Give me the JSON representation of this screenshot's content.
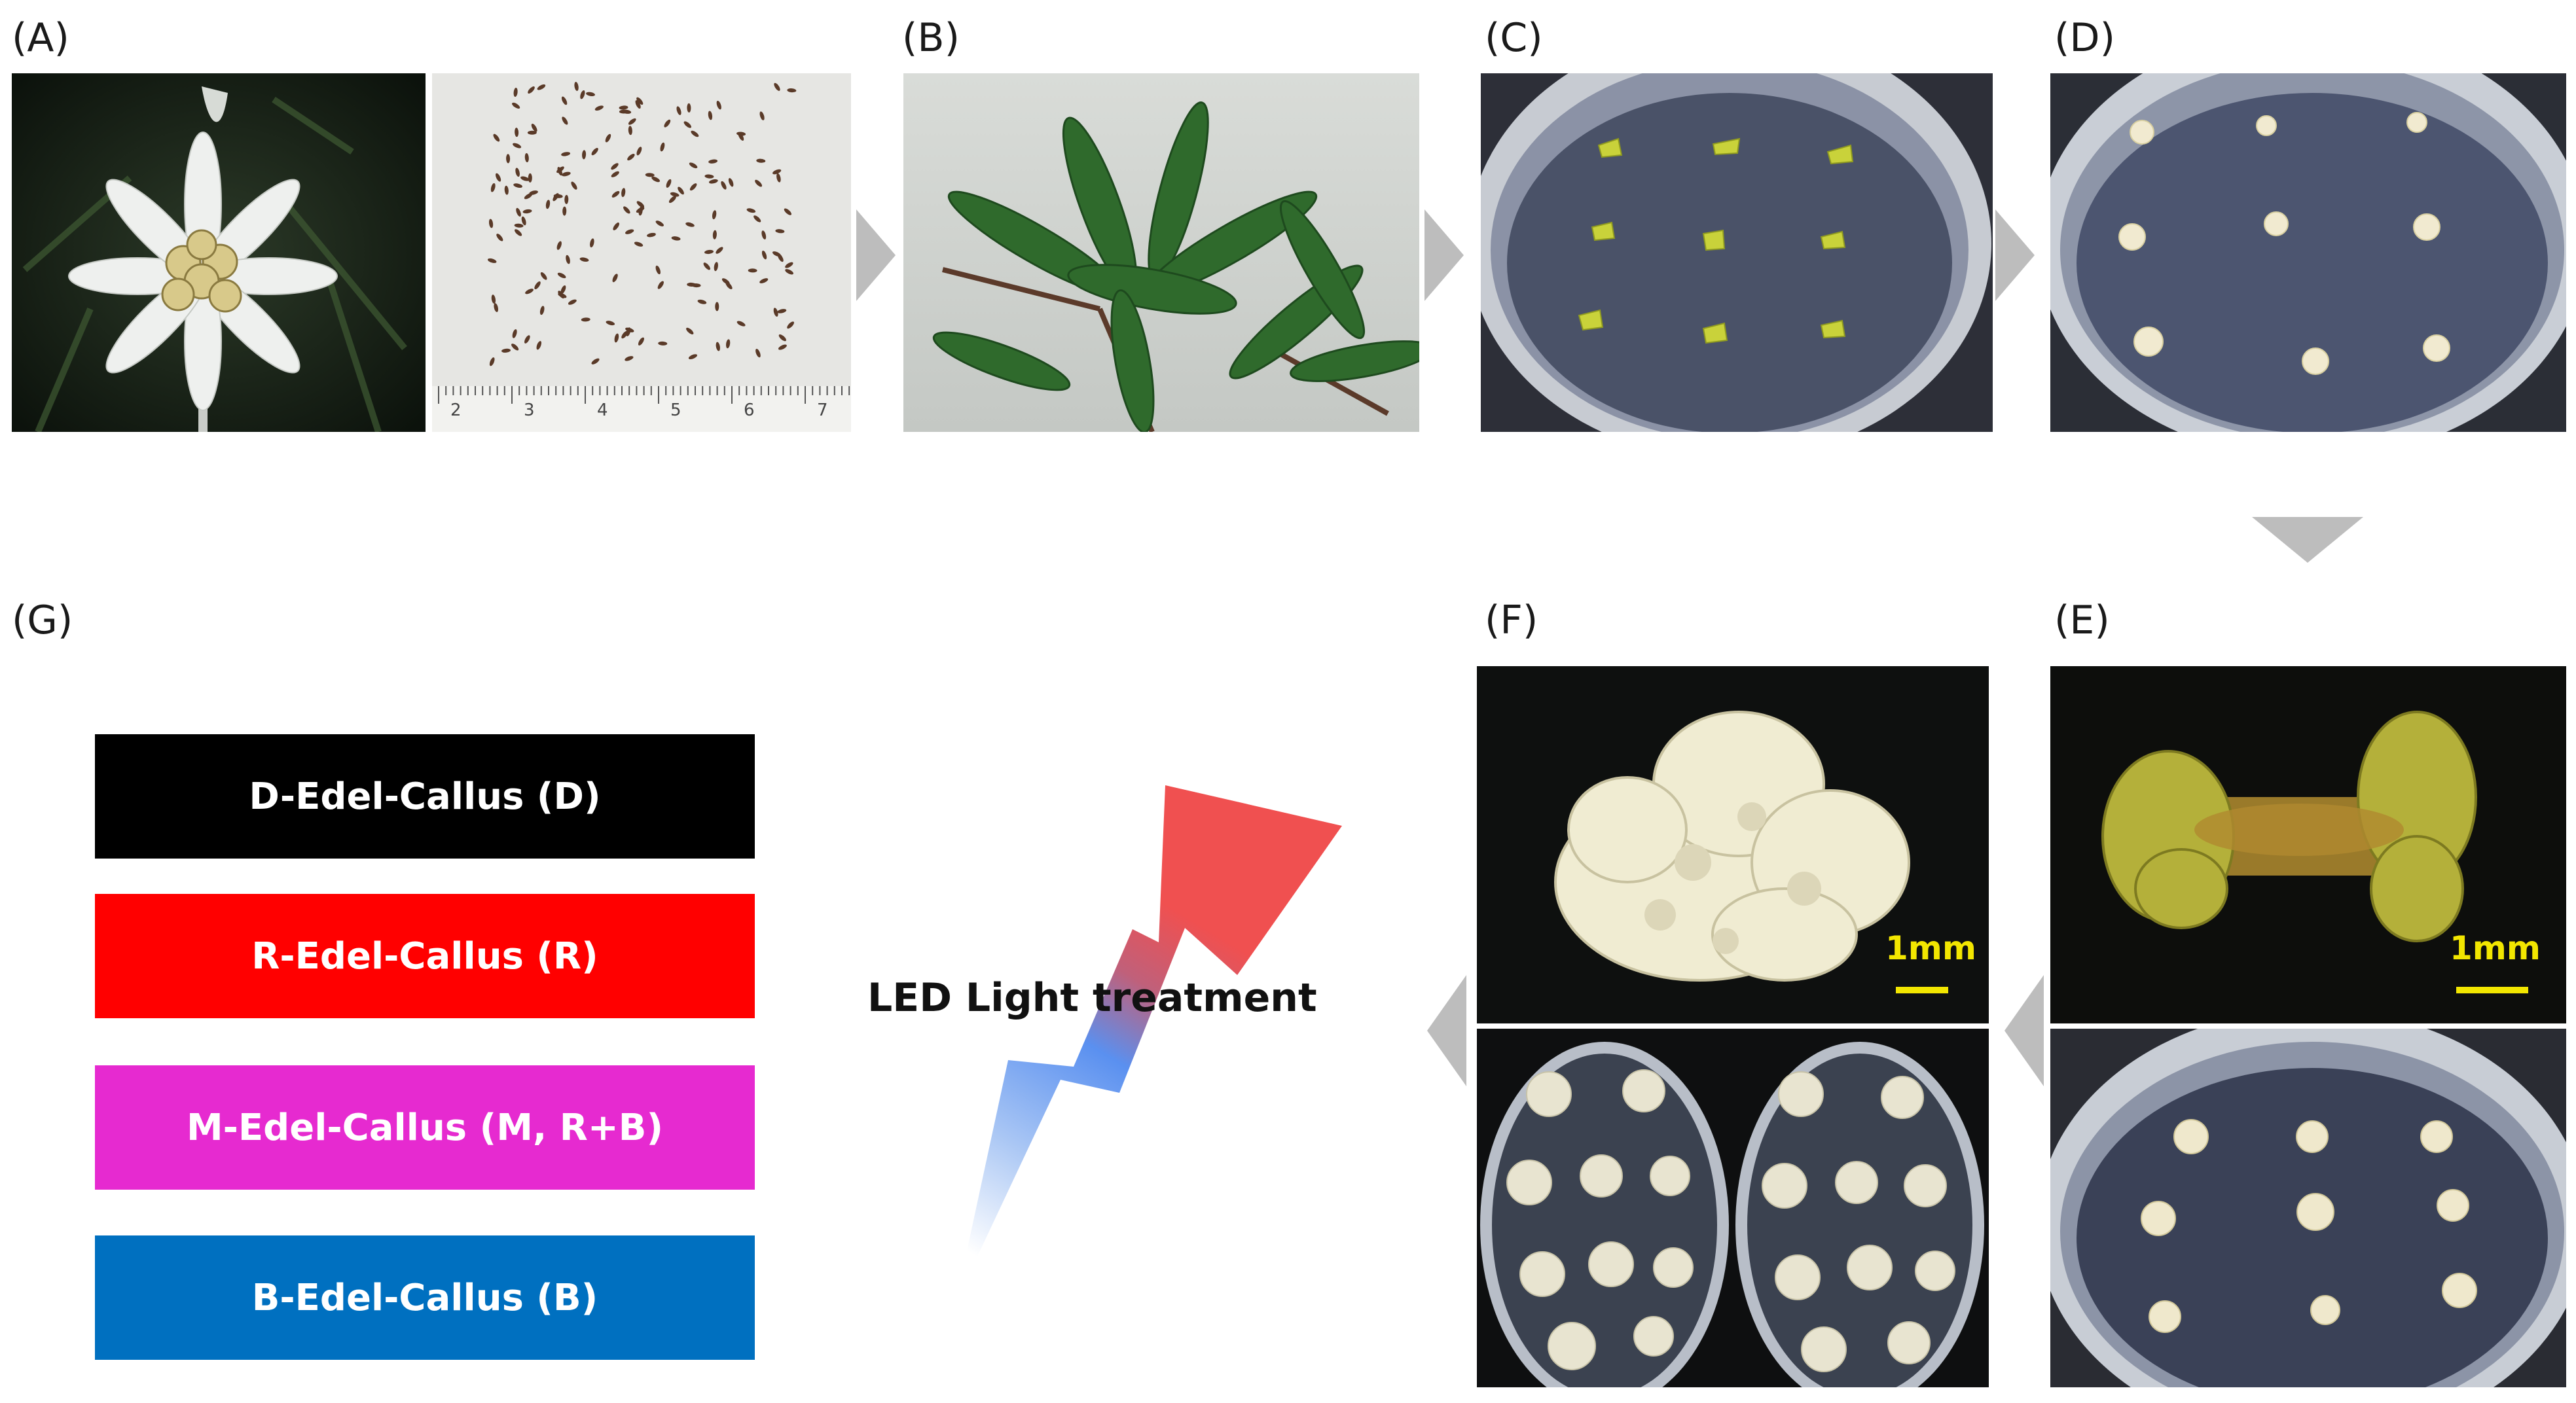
{
  "panels": {
    "a": {
      "label": "(A)"
    },
    "b": {
      "label": "(B)"
    },
    "c": {
      "label": "(C)"
    },
    "d": {
      "label": "(D)"
    },
    "e": {
      "label": "(E)",
      "scale": "1mm"
    },
    "f": {
      "label": "(F)",
      "scale": "1mm"
    },
    "g": {
      "label": "(G)"
    }
  },
  "ruler": {
    "ticks": [
      "2",
      "3",
      "4",
      "5",
      "6",
      "7"
    ]
  },
  "callus_groups": [
    {
      "label": "D-Edel-Callus (D)",
      "color": "#000000"
    },
    {
      "label": "R-Edel-Callus (R)",
      "color": "#ff0000"
    },
    {
      "label": "M-Edel-Callus (M, R+B)",
      "color": "#e62ad0"
    },
    {
      "label": "B-Edel-Callus (B)",
      "color": "#0070c0"
    }
  ],
  "led": {
    "label": "LED Light treatment",
    "colors": {
      "red": "#f05050",
      "blue": "#5a90f0"
    }
  },
  "arrow_color": "#bdbdbd"
}
